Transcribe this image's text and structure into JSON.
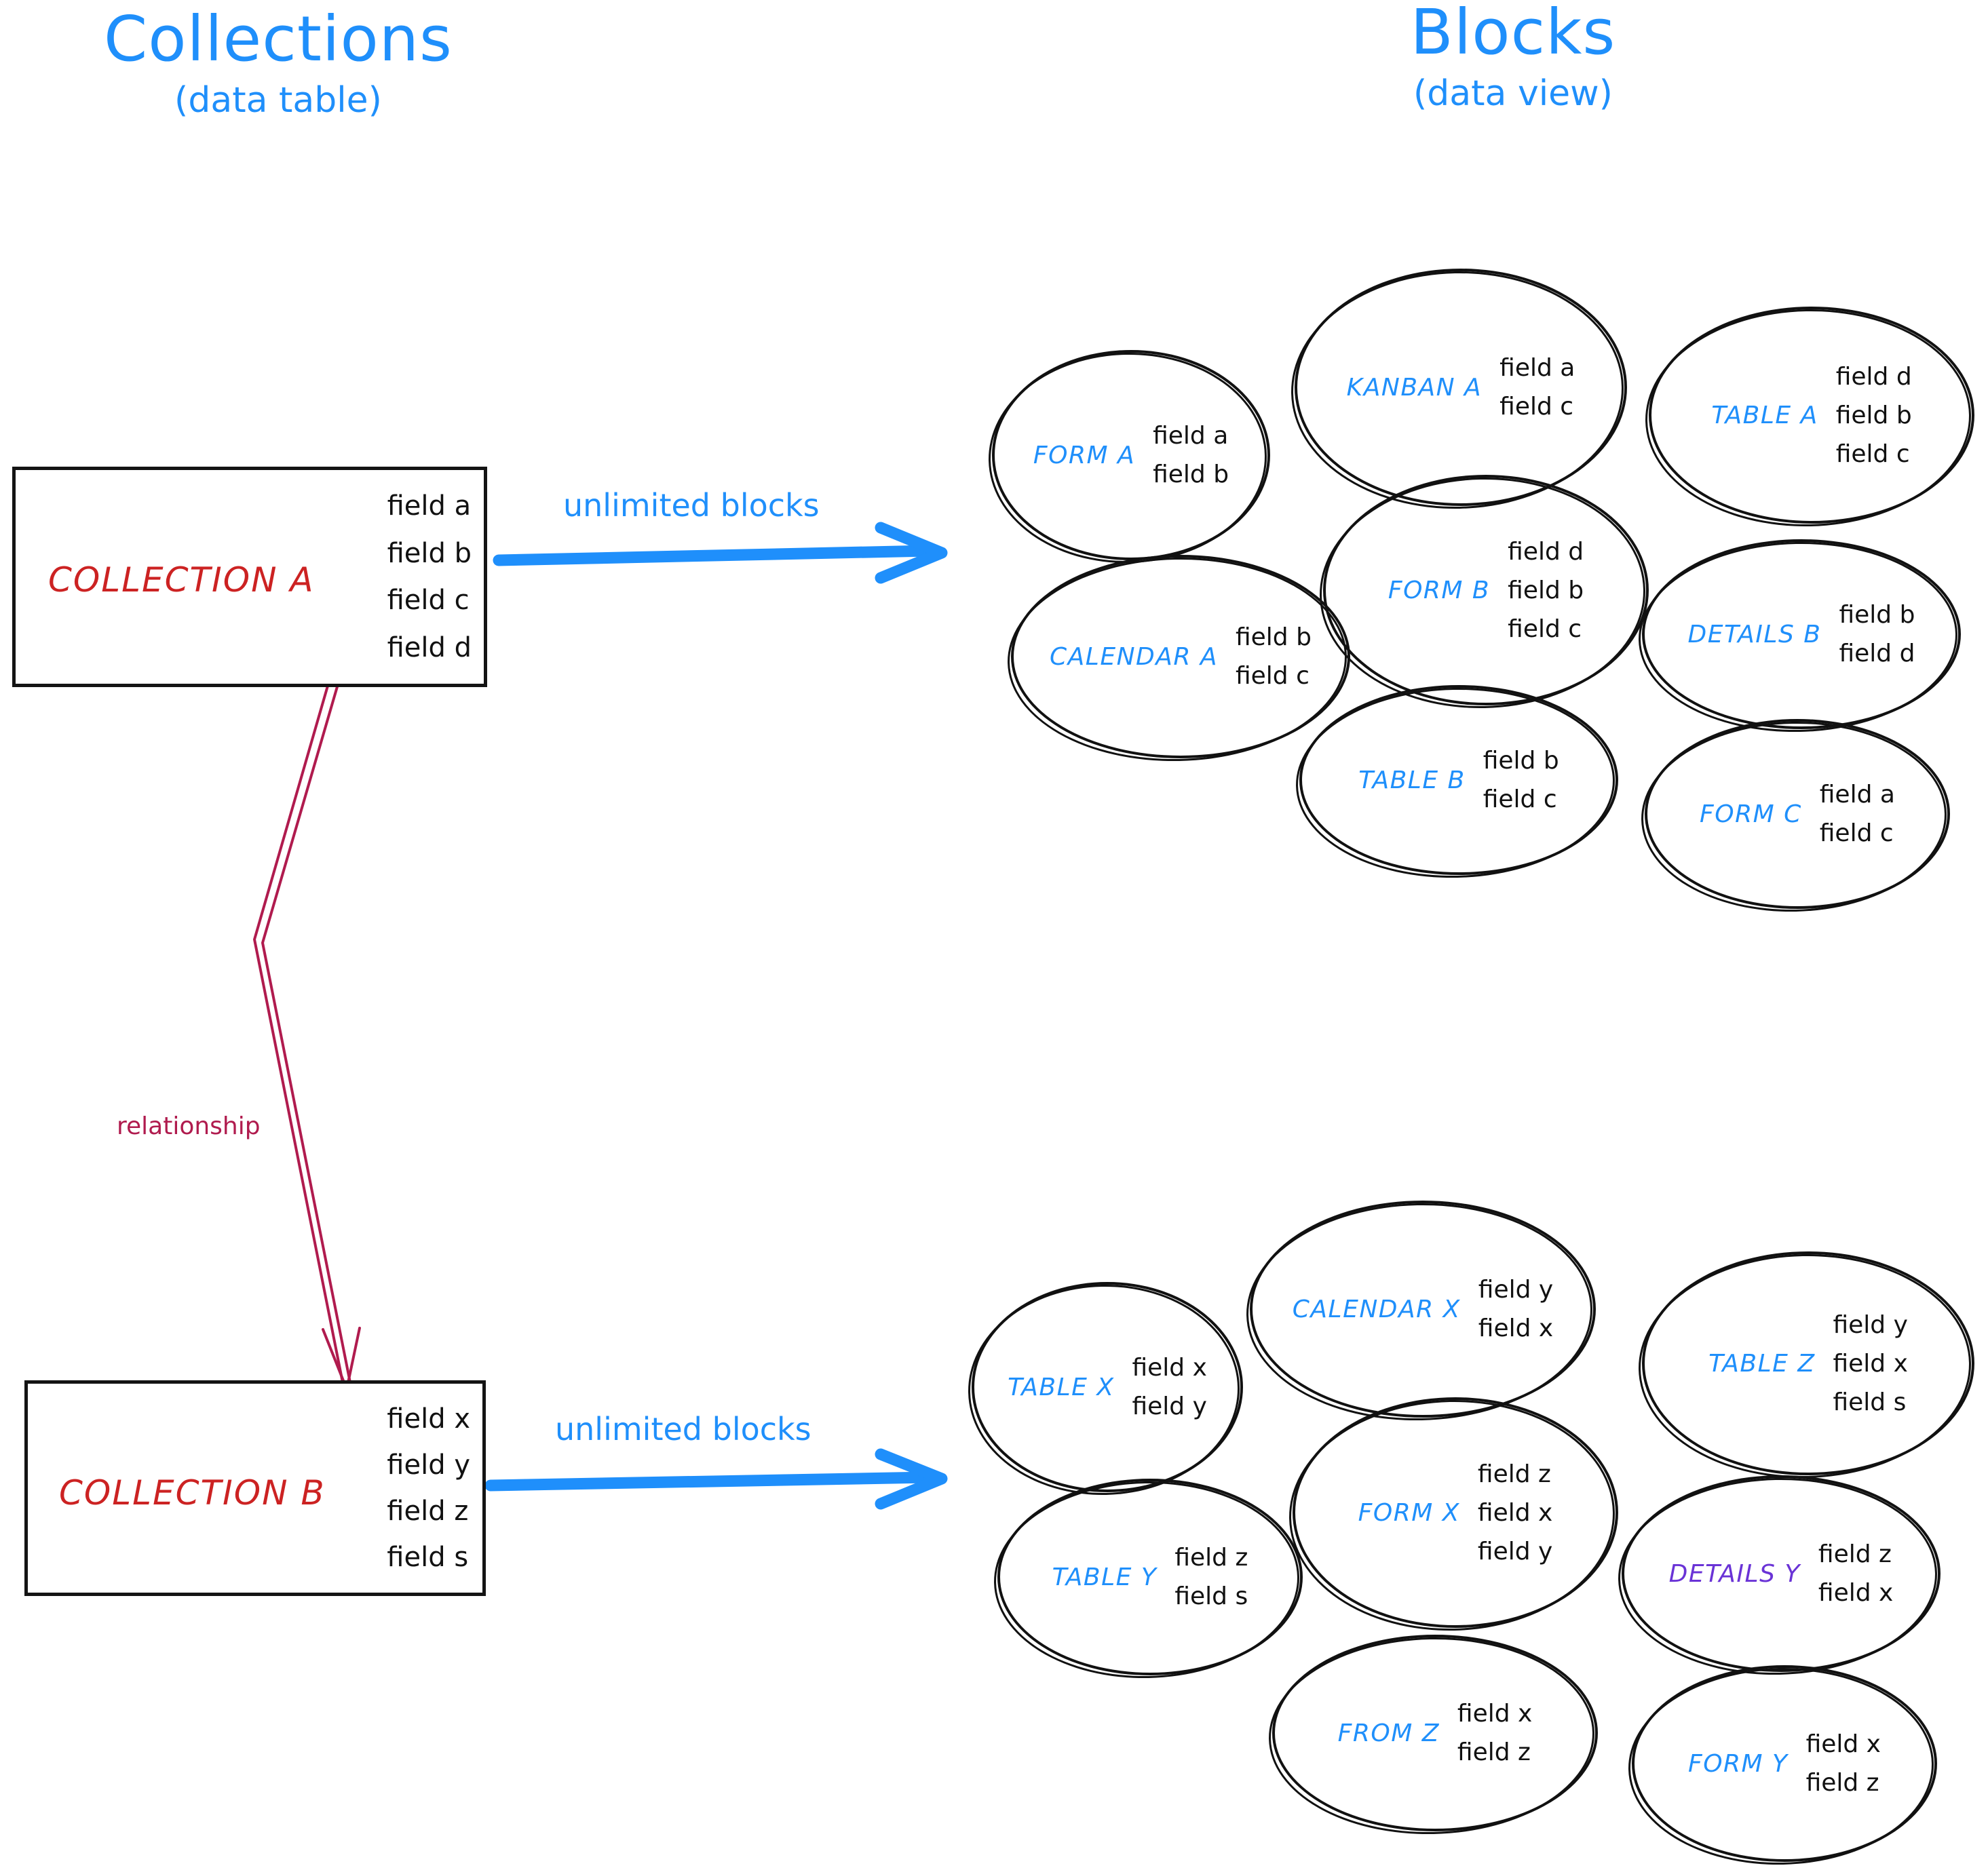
{
  "headings": {
    "left": {
      "title": "Collections",
      "subtitle": "(data table)"
    },
    "right": {
      "title": "Blocks",
      "subtitle": "(data view)"
    }
  },
  "colors": {
    "accent_blue": "#1f8ffb",
    "collection_red": "#cc2222",
    "relationship_crimson": "#b01b4e",
    "details_purple": "#6a33d6",
    "ink_black": "#111111"
  },
  "collections": [
    {
      "name": "COLLECTION A",
      "fields": [
        "field a",
        "field b",
        "field c",
        "field d"
      ]
    },
    {
      "name": "COLLECTION B",
      "fields": [
        "field x",
        "field y",
        "field z",
        "field s"
      ]
    }
  ],
  "arrows": [
    {
      "label": "unlimited blocks"
    },
    {
      "label": "unlimited blocks"
    }
  ],
  "relationship": {
    "label": "relationship"
  },
  "blocks_top": [
    {
      "name": "FORM A",
      "fields": [
        "field a",
        "field b"
      ],
      "color": "blue"
    },
    {
      "name": "KANBAN A",
      "fields": [
        "field a",
        "field c"
      ],
      "color": "blue"
    },
    {
      "name": "TABLE A",
      "fields": [
        "field d",
        "field b",
        "field c"
      ],
      "color": "blue"
    },
    {
      "name": "CALENDAR A",
      "fields": [
        "field b",
        "field c"
      ],
      "color": "blue"
    },
    {
      "name": "FORM B",
      "fields": [
        "field d",
        "field b",
        "field c"
      ],
      "color": "blue"
    },
    {
      "name": "DETAILS B",
      "fields": [
        "field b",
        "field d"
      ],
      "color": "blue"
    },
    {
      "name": "TABLE B",
      "fields": [
        "field b",
        "field c"
      ],
      "color": "blue"
    },
    {
      "name": "FORM C",
      "fields": [
        "field a",
        "field c"
      ],
      "color": "blue"
    }
  ],
  "blocks_bottom": [
    {
      "name": "TABLE X",
      "fields": [
        "field x",
        "field y"
      ],
      "color": "blue"
    },
    {
      "name": "CALENDAR X",
      "fields": [
        "field y",
        "field x"
      ],
      "color": "blue"
    },
    {
      "name": "TABLE Z",
      "fields": [
        "field y",
        "field x",
        "field s"
      ],
      "color": "blue"
    },
    {
      "name": "TABLE Y",
      "fields": [
        "field z",
        "field s"
      ],
      "color": "blue"
    },
    {
      "name": "FORM X",
      "fields": [
        "field z",
        "field x",
        "field y"
      ],
      "color": "blue"
    },
    {
      "name": "DETAILS Y",
      "fields": [
        "field z",
        "field x"
      ],
      "color": "purple"
    },
    {
      "name": "FROM Z",
      "fields": [
        "field x",
        "field z"
      ],
      "color": "blue"
    },
    {
      "name": "FORM Y",
      "fields": [
        "field x",
        "field z"
      ],
      "color": "blue"
    }
  ]
}
